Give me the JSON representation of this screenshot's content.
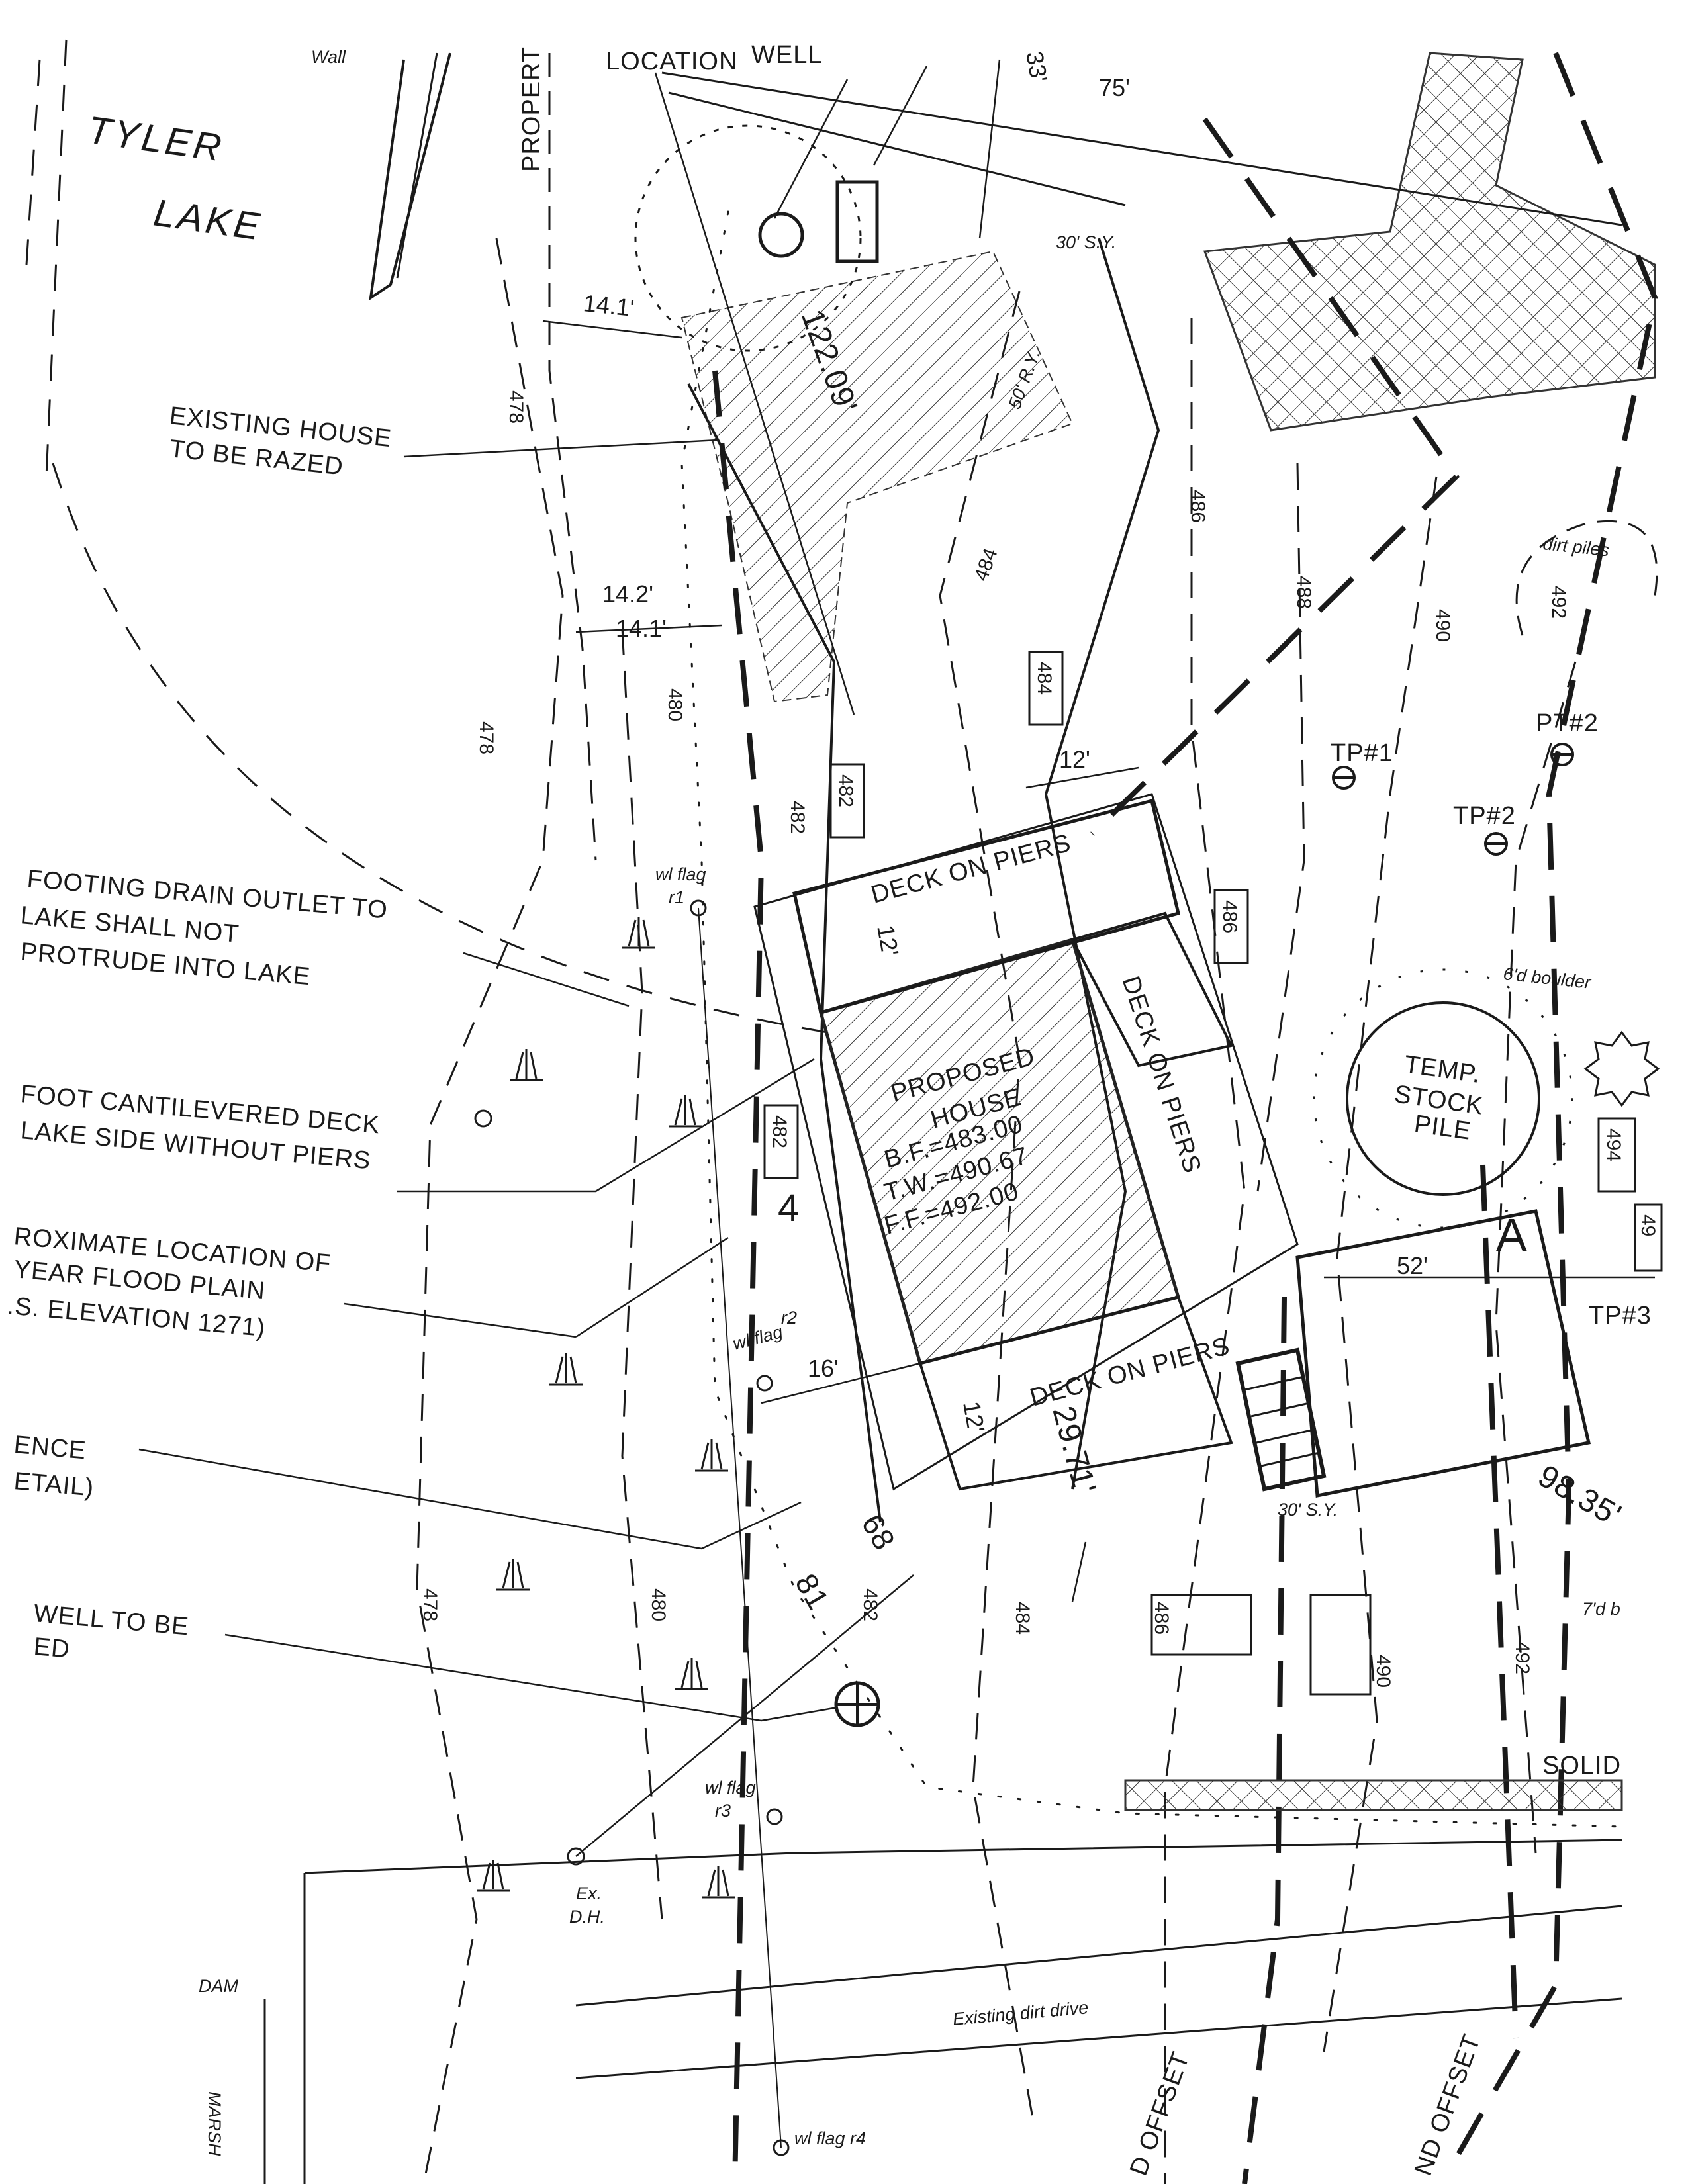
{
  "lake": {
    "line1": "TYLER",
    "line2": "LAKE"
  },
  "labels": {
    "wall": "Wall",
    "property": "PROPERT",
    "location": "LOCATION",
    "well": "WELL",
    "existing_house_1": "EXISTING HOUSE",
    "existing_house_2": "TO BE RAZED",
    "footing_1": "FOOTING DRAIN OUTLET TO",
    "footing_2": "LAKE SHALL NOT",
    "footing_3": "PROTRUDE INTO LAKE",
    "cantilever_1": "FOOT CANTILEVERED DECK",
    "cantilever_2": "LAKE SIDE WITHOUT PIERS",
    "flood_1": "ROXIMATE LOCATION OF",
    "flood_2": "YEAR FLOOD PLAIN",
    "flood_3": ".S. ELEVATION 1271)",
    "fence_1": "ENCE",
    "fence_2": "ETAIL)",
    "well_raze_1": "WELL TO BE",
    "well_raze_2": "ED",
    "dam": "DAM",
    "marsh": "MARSH",
    "deck_top": "DECK ON PIERS",
    "deck_right": "DECK ON PIERS",
    "deck_bottom": "DECK ON PIERS",
    "proposed_1": "PROPOSED",
    "proposed_2": "HOUSE",
    "bf": "B.F.=483.00",
    "tw": "T.W.=490.67",
    "ff": "F.F.=492.00",
    "temp_1": "TEMP.",
    "temp_2": "STOCK",
    "temp_3": "PILE",
    "boulder": "6'd boulder",
    "boulder2": "7'd b",
    "dirt_piles": "dirt piles",
    "solid": "SOLID",
    "dirt_drive": "Existing dirt drive",
    "offset_1": "D OFFSET",
    "offset_2": "ND OFFSET",
    "exdh_1": "Ex.",
    "exdh_2": "D.H.",
    "wlflag_r1_1": "wl flag",
    "wlflag_r1_2": "r1",
    "wlflag_r2_1": "r2",
    "wlflag_r2_2": "wl flag",
    "wlflag_r3_1": "wl flag",
    "wlflag_r3_2": "r3",
    "wlflag_r4": "wl flag r4",
    "tp1": "TP#1",
    "tp2": "TP#2",
    "pt2": "PT#2",
    "tp3": "TP#3",
    "a": "A",
    "four": "4"
  },
  "dimensions": {
    "d14_1_top": "14.1'",
    "d14_2": "14.2'",
    "d14_1": "14.1'",
    "d122": "122.09'",
    "d33": "33'",
    "d75": "75'",
    "sy30_top": "30' S.Y.",
    "ry50": "50' R.Y.",
    "d12_top": "12'",
    "d12_left": "12'",
    "d12_bottom": "12'",
    "d16": "16'",
    "d52": "52'",
    "d29": "29.71'",
    "d98": "98.35'",
    "sy30_bottom": "30' S.Y."
  },
  "contours": {
    "c478a": "478",
    "c478b": "478",
    "c478c": "478",
    "c480a": "480",
    "c480b": "480",
    "c482a": "482",
    "c482box": "482",
    "c482box2": "482",
    "c482b": "482",
    "c484a": "484",
    "c484box": "484",
    "c484b": "484",
    "c486a": "486",
    "c486box": "486",
    "c486b": "486",
    "c488": "488",
    "c490a": "490",
    "c490b": "490",
    "c492a": "492",
    "c492b": "492",
    "c494box": "494",
    "c49x": "49",
    "c81": "81",
    "c68": "68"
  }
}
